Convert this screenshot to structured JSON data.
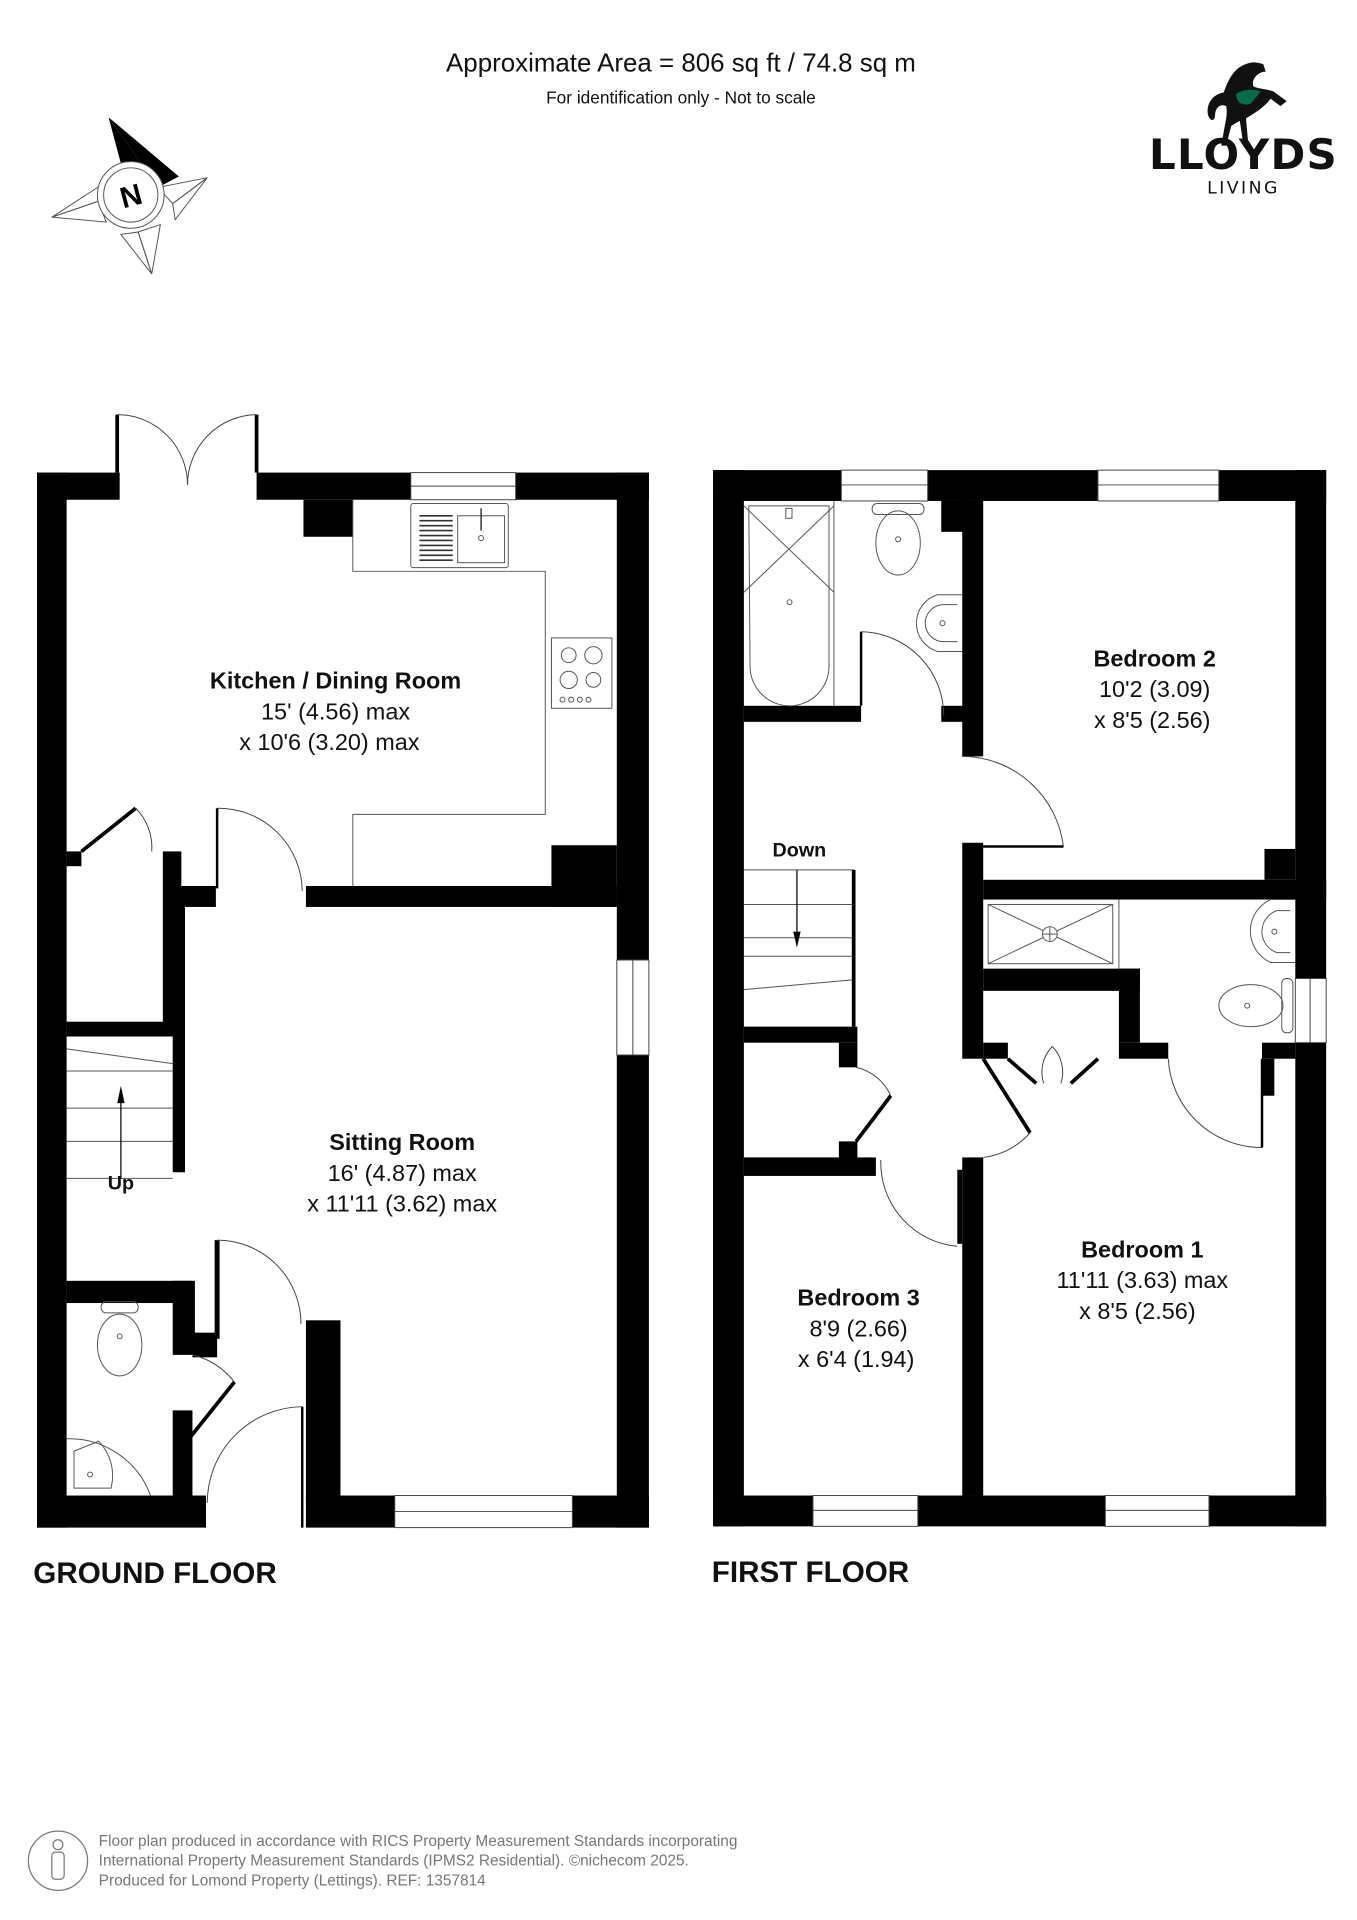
{
  "header": {
    "area": "Approximate Area = 806 sq ft / 74.8 sq m",
    "disclaimer": "For identification only - Not to scale"
  },
  "compass": {
    "label": "N"
  },
  "logo": {
    "brand": "LLOYDS",
    "sub": "LIVING",
    "accent_color": "#0a6b4a"
  },
  "ground_floor": {
    "label": "GROUND FLOOR",
    "stairs_label": "Up",
    "rooms": [
      {
        "name": "Kitchen / Dining Room",
        "dim1": "15' (4.56) max",
        "dim2": "x 10'6 (3.20) max"
      },
      {
        "name": "Sitting Room",
        "dim1": "16' (4.87) max",
        "dim2": "x 11'11 (3.62)  max"
      }
    ]
  },
  "first_floor": {
    "label": "FIRST FLOOR",
    "stairs_label": "Down",
    "rooms": [
      {
        "name": "Bedroom 2",
        "dim1": "10'2 (3.09)",
        "dim2": "x 8'5 (2.56)"
      },
      {
        "name": "Bedroom 3",
        "dim1": "8'9 (2.66)",
        "dim2": "x 6'4 (1.94)"
      },
      {
        "name": "Bedroom 1",
        "dim1": "11'11 (3.63) max",
        "dim2": "x 8'5 (2.56)"
      }
    ]
  },
  "footer": {
    "line1": "Floor plan produced in accordance with RICS Property Measurement Standards incorporating",
    "line2": "International Property Measurement Standards (IPMS2 Residential).   ©nichecom 2025.",
    "line3": "Produced for Lomond Property (Lettings).   REF:  1357814"
  }
}
